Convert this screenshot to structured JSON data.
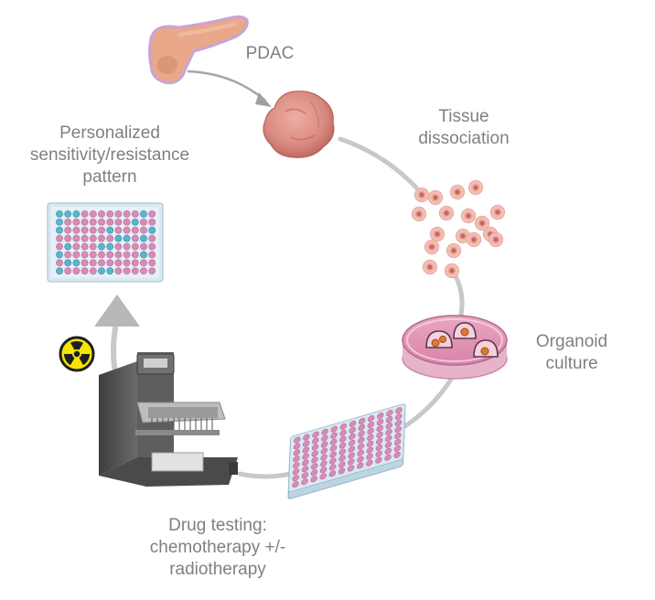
{
  "diagram": {
    "steps": [
      {
        "id": "pdac",
        "lines": [
          "PDAC"
        ]
      },
      {
        "id": "dissociation",
        "lines": [
          "Tissue",
          "dissociation"
        ]
      },
      {
        "id": "organoid",
        "lines": [
          "Organoid",
          "culture"
        ]
      },
      {
        "id": "drug_testing",
        "lines": [
          "Drug testing:",
          "chemotherapy +/-",
          "radiotherapy"
        ]
      },
      {
        "id": "pattern",
        "lines": [
          "Personalized",
          "sensitivity/resistance",
          "pattern"
        ]
      }
    ],
    "icons": [
      "pancreas-icon",
      "tumor-icon",
      "cells-icon",
      "petri-dish-icon",
      "well-plate-icon",
      "liquid-handler-icon",
      "radiation-icon",
      "result-plate-icon"
    ],
    "colors": {
      "tissue": "#dc8a80",
      "tissue_dark": "#c26a62",
      "arrow": "#c4c4c4",
      "well_pink": "#d98bb8",
      "well_cyan": "#5ab4cc",
      "plate": "#cfe3ee",
      "machine": "#555555",
      "radiation_yellow": "#f5e600",
      "text": "#808080"
    }
  }
}
